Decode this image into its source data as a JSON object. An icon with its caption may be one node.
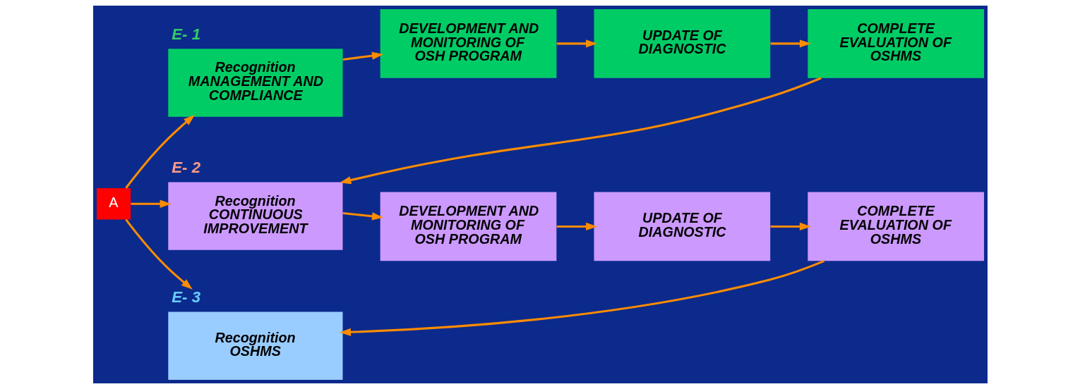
{
  "diagram": {
    "nodes": [
      {
        "text": [
          "A"
        ]
      },
      {
        "text": [
          "Recognition",
          "MANAGEMENT AND COMPLIANCE"
        ],
        "beside": [
          "E- 1"
        ]
      },
      {
        "text": [
          "DEVELOPMENT AND MONITORING OF OSH PROGRAM"
        ]
      },
      {
        "text": [
          "UPDATE OF DIAGNOSTIC"
        ]
      },
      {
        "text": [
          "COMPLETE EVALUATION OF OSHMS"
        ]
      },
      {
        "text": [
          "Recognition",
          "CONTINUOUS IMPROVEMENT"
        ],
        "beside": [
          "E- 2"
        ]
      },
      {
        "text": [
          "DEVELOPMENT AND MONITORING OF OSH PROGRAM"
        ]
      },
      {
        "text": [
          "UPDATE OF DIAGNOSTIC"
        ]
      },
      {
        "text": [
          "COMPLETE EVALUATION OF OSHMS"
        ]
      },
      {
        "text": [
          "Recognition",
          "OSHMS"
        ],
        "beside": [
          "E- 3"
        ]
      }
    ],
    "edges": [
      {
        "from": 0,
        "to": 1,
        "arrow": "to"
      },
      {
        "from": 0,
        "to": 5,
        "arrow": "to"
      },
      {
        "from": 0,
        "to": 9,
        "arrow": "to"
      },
      {
        "from": 1,
        "to": 2,
        "arrow": "to"
      },
      {
        "from": 2,
        "to": 3,
        "arrow": "to"
      },
      {
        "from": 3,
        "to": 4,
        "arrow": "to"
      },
      {
        "from": 4,
        "to": 5,
        "arrow": "to"
      },
      {
        "from": 5,
        "to": 6,
        "arrow": "to"
      },
      {
        "from": 6,
        "to": 7,
        "arrow": "to"
      },
      {
        "from": 7,
        "to": 8,
        "arrow": "to"
      },
      {
        "from": 8,
        "to": 9,
        "arrow": "to"
      }
    ]
  }
}
